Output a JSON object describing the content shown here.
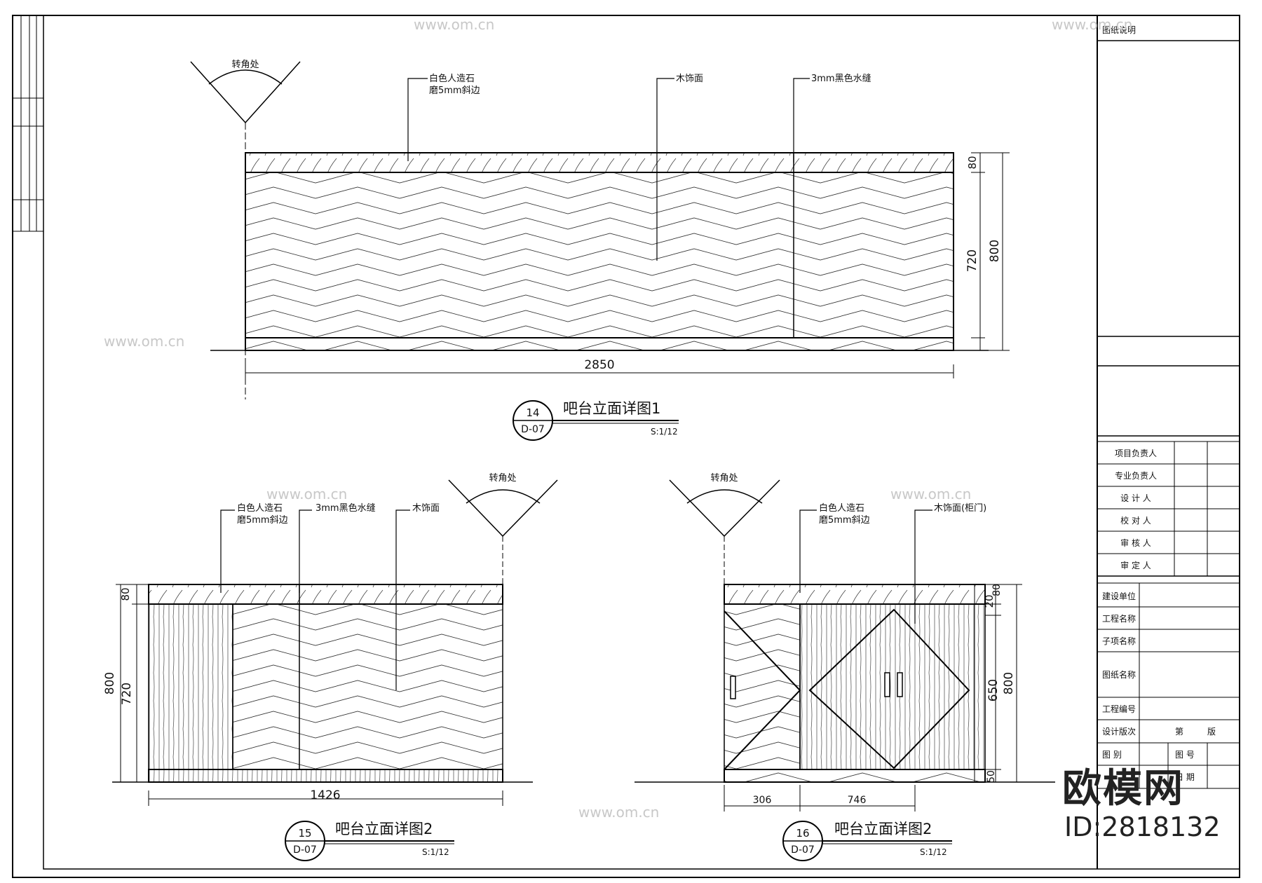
{
  "drawings": [
    {
      "number": "14",
      "sheet": "D-07",
      "title": "吧台立面详图1",
      "scale": "S:1/12",
      "corner_label": "转角处",
      "callouts": [
        "白色人造石",
        "磨5mm斜边",
        "木饰面",
        "3mm黑色水缝"
      ],
      "dims": {
        "width": "2850",
        "top": "80",
        "body": "720",
        "total": "800"
      }
    },
    {
      "number": "15",
      "sheet": "D-07",
      "title": "吧台立面详图2",
      "scale": "S:1/12",
      "corner_label": "转角处",
      "callouts": [
        "白色人造石",
        "磨5mm斜边",
        "3mm黑色水缝",
        "木饰面"
      ],
      "dims": {
        "width": "1426",
        "top": "80",
        "body": "720",
        "total": "800"
      }
    },
    {
      "number": "16",
      "sheet": "D-07",
      "title": "吧台立面详图2",
      "scale": "S:1/12",
      "corner_label": "转角处",
      "callouts": [
        "白色人造石",
        "磨5mm斜边",
        "木饰面(柜门)"
      ],
      "dims": {
        "left": "306",
        "right": "746",
        "a": "20",
        "b": "80",
        "mid": "650",
        "total": "800",
        "bottom": "50"
      }
    }
  ],
  "title_block": {
    "header": "图纸说明",
    "roles": [
      "项目负责人",
      "专业负责人",
      "设 计 人",
      "校 对 人",
      "审 核 人",
      "审 定 人"
    ],
    "fields": [
      "建设单位",
      "工程名称",
      "子项名称",
      "图纸名称",
      "工程编号",
      "设计版次"
    ],
    "version_label": "第",
    "version_suffix": "版",
    "category": "图 别",
    "drawing_no": "图 号",
    "date": "日 期"
  },
  "watermark": {
    "brand": "欧模网",
    "site": "www.om.cn",
    "id": "ID:2818132"
  }
}
